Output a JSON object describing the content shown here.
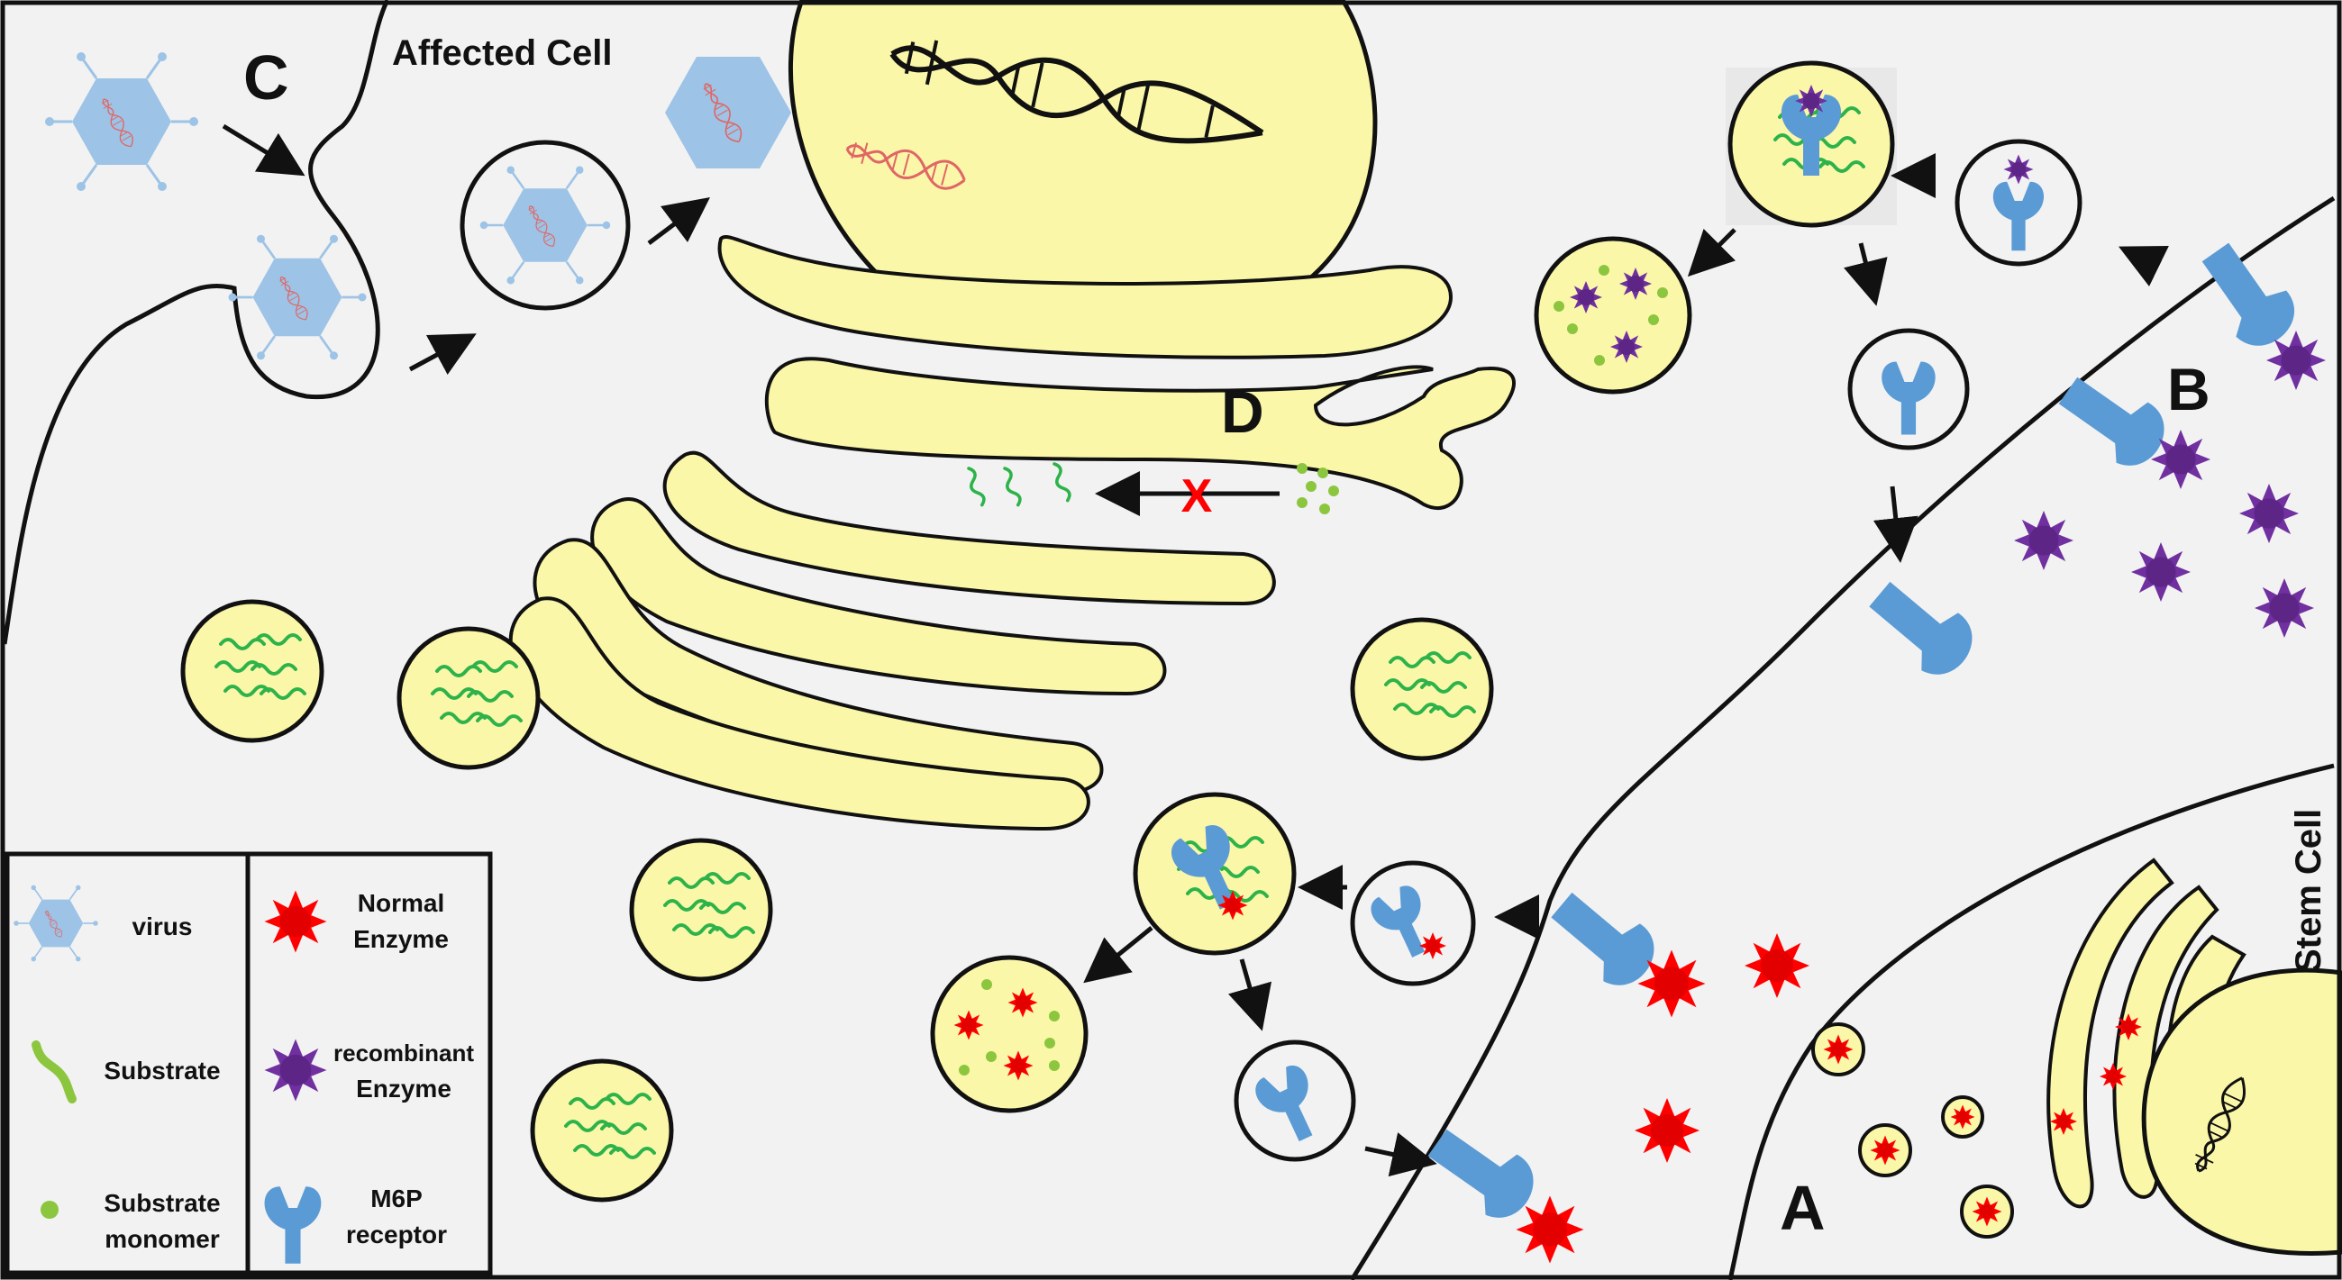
{
  "labels": {
    "affected_cell": "Affected Cell",
    "stem_cell": "Stem Cell",
    "mark_a": "A",
    "mark_b": "B",
    "mark_c": "C",
    "mark_d": "D",
    "blocked": "X"
  },
  "legend": {
    "virus": "virus",
    "substrate": "Substrate",
    "monomer_line1": "Substrate",
    "monomer_line2": "monomer",
    "normal_line1": "Normal",
    "normal_line2": "Enzyme",
    "recombinant_line1": "recombinant",
    "recombinant_line2": "Enzyme",
    "m6p_line1": "M6P",
    "m6p_line2": "receptor"
  },
  "colors": {
    "background": "#f2f2f2",
    "organelle_fill": "#fbf7a8",
    "substrate": "#2db34a",
    "monomer": "#8cc63f",
    "receptor": "#5b9bd5",
    "normal_enzyme": "#ff0000",
    "recombinant_enzyme": "#7030a0",
    "virus": "#9dc3e6",
    "dna": "#e06666",
    "outline": "#111111"
  }
}
